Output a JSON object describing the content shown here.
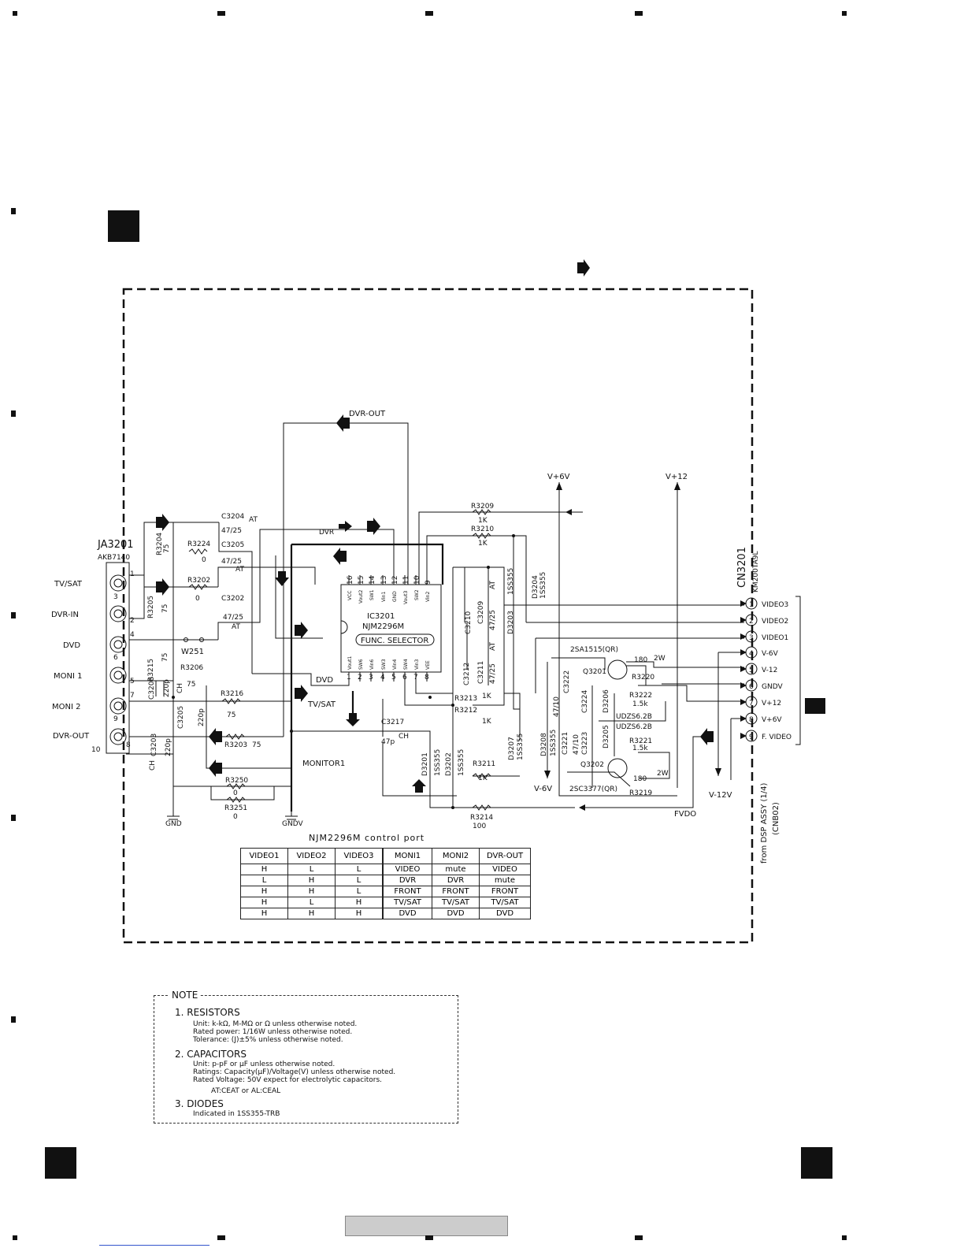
{
  "connectors": {
    "ja3201": {
      "ref": "JA3201",
      "part": "AKB7140",
      "jacks": [
        "TV/SAT",
        "DVR-IN",
        "DVD",
        "MONI 1",
        "MONI 2",
        "DVR-OUT"
      ],
      "pins": [
        "1",
        "2",
        "3",
        "4",
        "5",
        "6",
        "7",
        "8",
        "9",
        "10"
      ]
    },
    "cn3201": {
      "ref": "CN3201",
      "part": "KM200TA9L",
      "pins": [
        "1",
        "2",
        "3",
        "4",
        "5",
        "6",
        "7",
        "8",
        "9"
      ],
      "signals": [
        "VIDEO3",
        "VIDEO2",
        "VIDEO1",
        "V-6V",
        "V-12",
        "GNDV",
        "V+12",
        "V+6V",
        "F. VIDEO"
      ],
      "from": "from DSP ASSY (1/4)",
      "from_sub": "(CNB02)"
    }
  },
  "ic": {
    "ref": "IC3201",
    "part": "NJM2296M",
    "function": "FUNC. SELECTOR",
    "top_pins": [
      "VCC",
      "Vout2",
      "SW1",
      "Vin1",
      "GND",
      "Vout3",
      "SW2",
      "Vin2"
    ],
    "top_nums": [
      "16",
      "15",
      "14",
      "13",
      "12",
      "11",
      "10",
      "9"
    ],
    "bot_pins": [
      "Vout1",
      "SW6",
      "Vin6",
      "SW3",
      "Vin4",
      "SW4",
      "Vin3",
      "VEE"
    ],
    "bot_nums": [
      "1",
      "2",
      "3",
      "4",
      "5",
      "6",
      "7",
      "8"
    ]
  },
  "signals": {
    "dvr_out": "DVR-OUT",
    "dvr": "DVR",
    "dvd": "DVD",
    "tv_sat": "TV/SAT",
    "monitor1": "MONITOR1",
    "v_p6v": "V+6V",
    "v_p12": "V+12",
    "v_m6v": "V-6V",
    "v_m12v": "V-12V",
    "fvdo": "FVDO",
    "gnd": "GND",
    "gndv": "GNDV"
  },
  "parts": {
    "r3204": "R3204",
    "r3204_v": "75",
    "r3224": "R3224",
    "r3224_v": "0",
    "r3202": "R3202",
    "r3202_v": "0",
    "r3205": "R3205",
    "r3205_v": "75",
    "r3215": "R3215",
    "r3215_v": "75",
    "r3206": "R3206",
    "r3206_v": "75",
    "r3216": "R3216",
    "r3216_v": "75",
    "r3203": "R3203",
    "r3203_v": "75",
    "r3250": "R3250",
    "r3250_v": "0",
    "r3251": "R3251",
    "r3251_v": "0",
    "c3204": "C3204",
    "c3205": "C3205",
    "c3202": "C3202",
    "cap_v": "47/25",
    "at": "AT",
    "ch": "CH",
    "c3206": "C3206",
    "c3205b": "C3205",
    "c3203": "C3203",
    "cap_220": "220p",
    "w251": "W251",
    "c3217": "C3217",
    "c3217_v": "47p",
    "r3209": "R3209",
    "r3210": "R3210",
    "r3213": "R3213",
    "r3212": "R3212",
    "r3211": "R3211",
    "r3214": "R3214",
    "v1k": "1K",
    "v100": "100",
    "c3210": "C3210",
    "c3209": "C3209",
    "c3212": "C3212",
    "c3211": "C3211",
    "d3204": "D3204",
    "d3203": "D3203",
    "d3201": "D3201",
    "d3202": "D3202",
    "d3207": "D3207",
    "d3208": "D3208",
    "diode": "1SS355",
    "c3222": "C3222",
    "c3224": "C3224",
    "c3221": "C3221",
    "c3223": "C3223",
    "c47_10": "47/10",
    "d3206": "D3206",
    "d3205": "D3205",
    "zener": "UDZS6.2B",
    "q3201": "Q3201",
    "q3201_p": "2SA1515(QR)",
    "q3202": "Q3202",
    "q3202_p": "2SC3377(QR)",
    "r3220": "R3220",
    "r3222": "R3222",
    "r3221": "R3221",
    "r3219": "R3219",
    "v180": "180",
    "v2w": "2W",
    "v1_5k": "1.5k"
  },
  "control_table": {
    "title": "NJM2296M control port",
    "headers": [
      "VIDEO1",
      "VIDEO2",
      "VIDEO3",
      "MONI1",
      "MONI2",
      "DVR-OUT"
    ],
    "rows": [
      [
        "H",
        "L",
        "L",
        "VIDEO",
        "mute",
        "VIDEO"
      ],
      [
        "L",
        "H",
        "L",
        "DVR",
        "DVR",
        "mute"
      ],
      [
        "H",
        "H",
        "L",
        "FRONT",
        "FRONT",
        "FRONT"
      ],
      [
        "H",
        "L",
        "H",
        "TV/SAT",
        "TV/SAT",
        "TV/SAT"
      ],
      [
        "H",
        "H",
        "H",
        "DVD",
        "DVD",
        "DVD"
      ]
    ]
  },
  "note": {
    "title": "NOTE",
    "s1": "1. RESISTORS",
    "s1_l1": "Unit: k-kΩ, M-MΩ or Ω unless otherwise noted.",
    "s1_l2": "Rated power: 1/16W unless otherwise noted.",
    "s1_l3": "Tolerance: (J)±5% unless otherwise noted.",
    "s2": "2. CAPACITORS",
    "s2_l1": "Unit: p-pF or µF unless otherwise noted.",
    "s2_l2": "Ratings: Capacity(µF)/Voltage(V) unless otherwise noted.",
    "s2_l3": "Rated Voltage: 50V expect for electrolytic capacitors.",
    "s2_l4": "AT:CEAT or AL:CEAL",
    "s3": "3. DIODES",
    "s3_l1": "Indicated in 1SS355-TRB"
  }
}
